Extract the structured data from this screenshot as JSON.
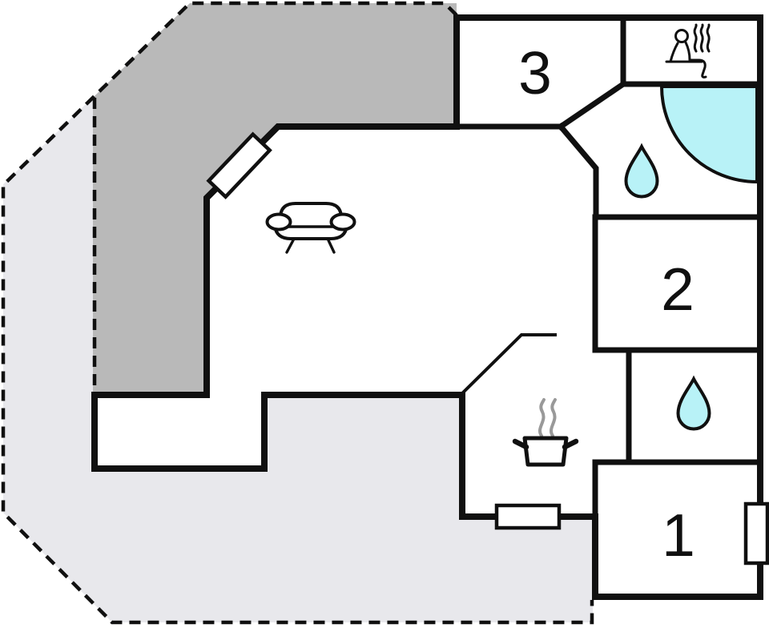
{
  "rooms": {
    "room1": {
      "label": "1"
    },
    "room2": {
      "label": "2"
    },
    "room3": {
      "label": "3"
    }
  },
  "icons": {
    "sauna": "sauna-icon",
    "corner_bathtub": "corner-bathtub-icon",
    "water_drop_upper_bathroom": "water-drop-icon",
    "water_drop_lower_bathroom": "water-drop-icon",
    "sofa": "sofa-icon",
    "cooking_pot": "cooking-pot-icon"
  },
  "colors": {
    "wall": "#101010",
    "terrace_dark": "#b9b9b9",
    "terrace_light": "#e8e8ec",
    "water": "#b8f2f7",
    "steam": "#999999",
    "paper": "#ffffff"
  }
}
